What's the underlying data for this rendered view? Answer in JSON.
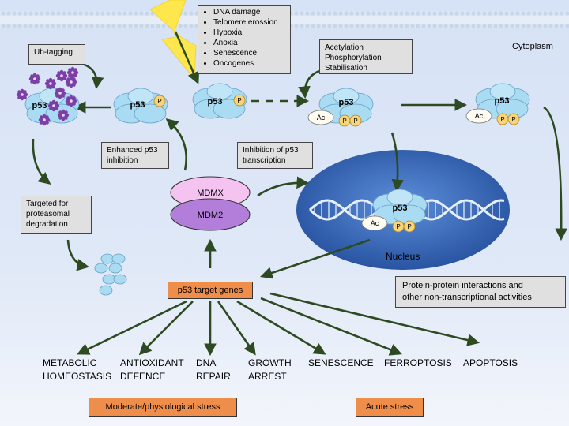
{
  "stress_list": [
    "DNA damage",
    "Telomere erossion",
    "Hypoxia",
    "Anoxia",
    "Senescence",
    "Oncogenes"
  ],
  "labels": {
    "cytoplasm": "Cytoplasm",
    "nucleus": "Nucleus",
    "ub_tagging": "Ub-tagging",
    "modifications": [
      "Acetylation",
      "Phosphorylation",
      "Stabilisation"
    ],
    "enhanced_inhibition": [
      "Enhanced p53",
      "inhibition"
    ],
    "transcription_inhibition": [
      "Inhibition of p53",
      "transcription"
    ],
    "proteasomal": [
      "Targeted for",
      "proteasomal",
      "degradation"
    ],
    "non_transcriptional": [
      "Protein-protein interactions and",
      "other non-transcriptional activities"
    ],
    "target_genes": "p53 target genes",
    "moderate_stress": "Moderate/physiological stress",
    "acute_stress": "Acute stress"
  },
  "molecules": {
    "p53": "p53",
    "phospho": "P",
    "acetyl": "Ac",
    "mdmx": "MDMX",
    "mdm2": "MDM2"
  },
  "outcomes": [
    [
      "METABOLIC",
      "HOMEOSTASIS"
    ],
    [
      "ANTIOXIDANT",
      "DEFENCE"
    ],
    [
      "DNA",
      "REPAIR"
    ],
    [
      "GROWTH",
      "ARREST"
    ],
    [
      "SENESCENCE"
    ],
    [
      "FERROPTOSIS"
    ],
    [
      "APOPTOSIS"
    ]
  ],
  "colors": {
    "p53_fill": "#a9dbf3",
    "phospho_fill": "#f7d37a",
    "ubiquitin": "#7b3fa6",
    "mdmx_fill": "#f4c3f0",
    "mdm2_fill": "#b37ed9",
    "nucleus_fill": "#2e5fb5",
    "arrow": "#2d4a22",
    "lightning": "#fde74c",
    "orange_box": "#ef8d4a"
  }
}
